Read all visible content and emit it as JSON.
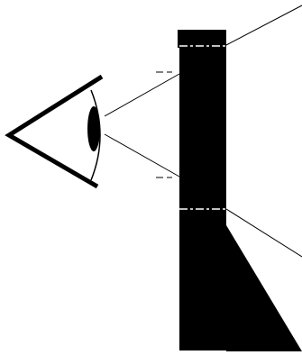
{
  "diagram": {
    "colors": {
      "background": "#ffffff",
      "ink": "#000000",
      "marker": "#ffffff"
    },
    "icons": {
      "eye": "eye-icon"
    },
    "parts": [
      "eye",
      "column",
      "dash-marks",
      "sight-lines",
      "rays",
      "wedge"
    ]
  }
}
